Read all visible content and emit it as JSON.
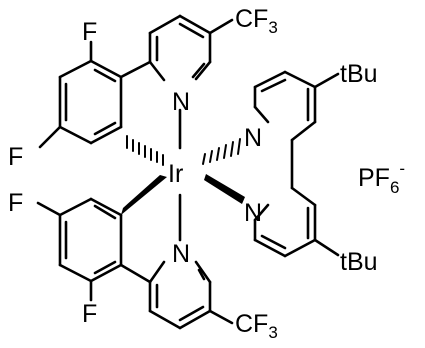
{
  "atoms": {
    "center": "Ir",
    "pyridine_n": "N",
    "fluorine": "F",
    "tert_butyl": "tBu"
  },
  "groups": {
    "cf3_main": "CF",
    "cf3_sub": "3"
  },
  "counterion": {
    "main": "PF",
    "sub": "6",
    "charge": "-"
  },
  "colors": {
    "ink": "#000000",
    "background": "#ffffff"
  }
}
